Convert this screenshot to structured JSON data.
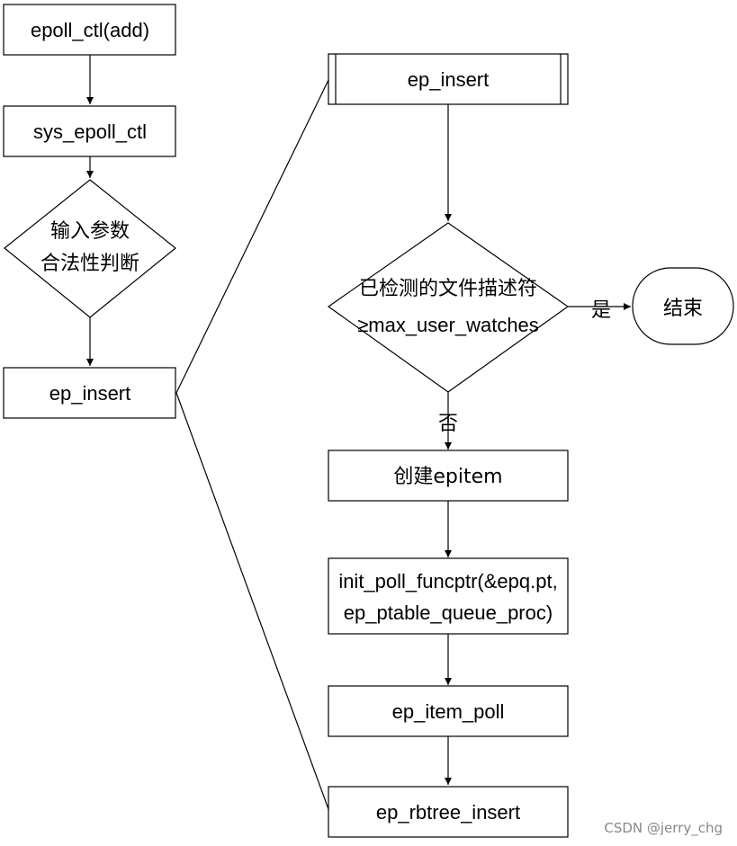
{
  "nodes": {
    "epoll_ctl": "epoll_ctl(add)",
    "sys_epoll_ctl": "sys_epoll_ctl",
    "validate_line1": "输入参数",
    "validate_line2": "合法性判断",
    "ep_insert_left": "ep_insert",
    "ep_insert_title": "ep_insert",
    "check_line1": "已检测的文件描述符",
    "check_line2": "≥max_user_watches",
    "end": "结束",
    "create_epitem": "创建epitem",
    "init_line1": "init_poll_funcptr(&epq.pt,",
    "init_line2": "ep_ptable_queue_proc)",
    "ep_item_poll": "ep_item_poll",
    "ep_rbtree_insert": "ep_rbtree_insert"
  },
  "edges": {
    "yes": "是",
    "no": "否"
  },
  "watermark": "CSDN @jerry_chg"
}
